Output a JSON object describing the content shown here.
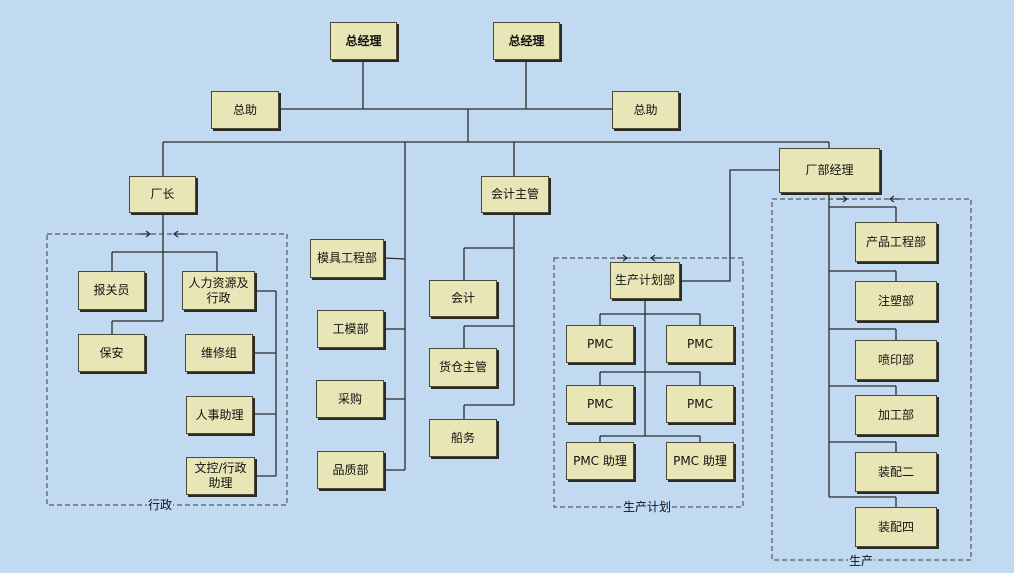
{
  "nodes": {
    "gm_left": "总经理",
    "gm_right": "总经理",
    "asst_left": "总助",
    "asst_right": "总助",
    "factory_head": "厂长",
    "customs": "报关员",
    "hr_admin_1": "人力资源及",
    "hr_admin_2": "行政",
    "security": "保安",
    "maintenance": "维修组",
    "hr_assistant": "人事助理",
    "doc_control_1": "文控/行政",
    "doc_control_2": "助理",
    "mold_eng": "模具工程部",
    "mold_shop": "工模部",
    "purchasing": "采购",
    "quality": "品质部",
    "acct_supervisor": "会计主管",
    "accountant": "会计",
    "warehouse": "货仓主管",
    "shipping": "船务",
    "plant_manager": "厂部经理",
    "prod_planning": "生产计划部",
    "pmc_1": "PMC",
    "pmc_2": "PMC",
    "pmc_3": "PMC",
    "pmc_4": "PMC",
    "pmc_asst_1": "PMC 助理",
    "pmc_asst_2": "PMC 助理",
    "product_eng": "产品工程部",
    "injection": "注塑部",
    "printing": "喷印部",
    "machining": "加工部",
    "assembly_2": "装配二",
    "assembly_4": "装配四"
  },
  "groups": {
    "admin": "行政",
    "planning": "生产计划",
    "production": "生产"
  },
  "colors": {
    "background": "#c2d9f2",
    "node_fill": "#e8e6b6",
    "line": "#2b2b2b"
  }
}
